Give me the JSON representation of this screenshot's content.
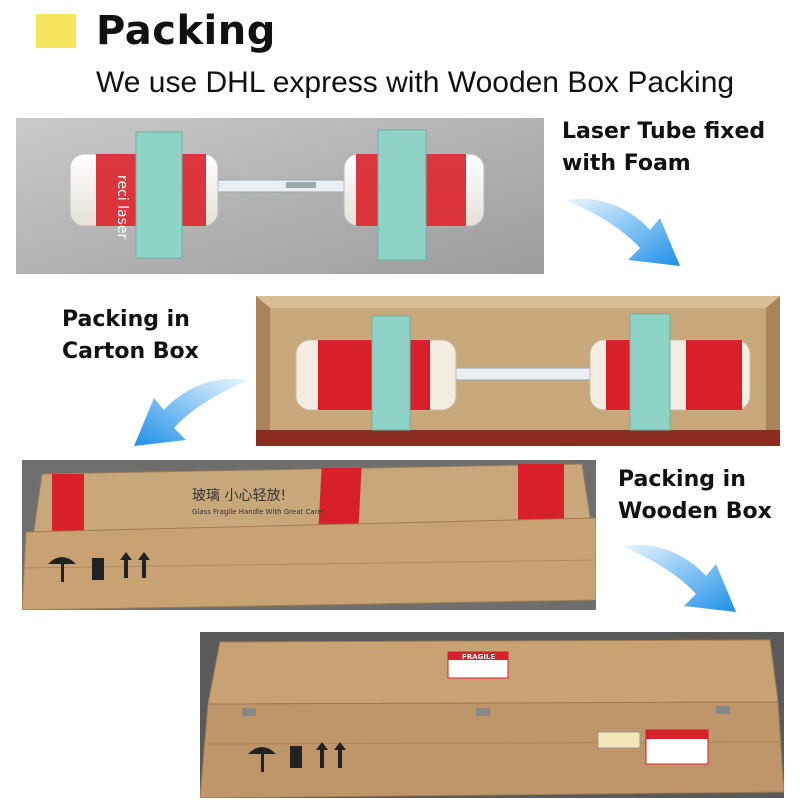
{
  "header": {
    "title": "Packing",
    "subtitle": "We use DHL express with Wooden Box  Packing"
  },
  "steps": [
    {
      "caption_line1": "Laser Tube fixed",
      "caption_line2": "with Foam"
    },
    {
      "caption_line1": "Packing in",
      "caption_line2": "Carton Box"
    },
    {
      "caption_line1": "Packing in",
      "caption_line2": "Wooden Box"
    }
  ],
  "labels": {
    "tape_text": "reci laser",
    "carton_cn": "玻璃  小心轻放!",
    "carton_en": "Glass Fragile  Handle With Great Care!",
    "fragile": "FRAGILE"
  },
  "colors": {
    "accent_square": "#f7e55f",
    "arrow_blue": "#1e90e8",
    "tape_red": "#d8202a",
    "foam": "#8fd3c7",
    "wood": "#c9a273",
    "cardboard": "#c8a77b"
  }
}
